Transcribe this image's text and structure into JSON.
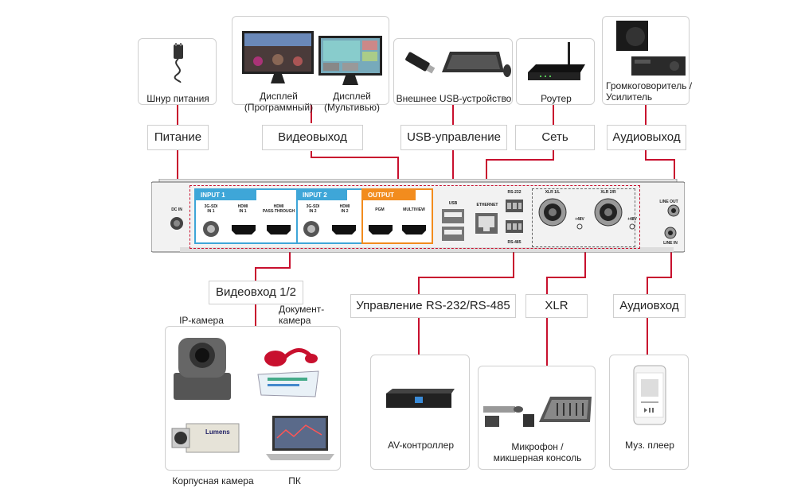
{
  "top": {
    "power_label": "Шнур питания",
    "display_program_label": "Дисплей\n(Программный)",
    "display_multiview_label": "Дисплей\n(Мультивью)",
    "usb_device_label": "Внешнее USB-устройство",
    "router_label": "Роутер",
    "speaker_label": "Громкоговоритель /\nУсилитель"
  },
  "tags": {
    "power": "Питание",
    "video_out": "Видеовыход",
    "usb": "USB-управление",
    "network": "Сеть",
    "audio_out": "Аудиовыход",
    "video_in": "Видеовход 1/2",
    "rs": "Управление RS-232/RS-485",
    "xlr": "XLR",
    "audio_in": "Аудиовход"
  },
  "device": {
    "dc_in": "DC IN",
    "input1": "INPUT 1",
    "input2": "INPUT 2",
    "output": "OUTPUT",
    "sdi1": "3G-SDI\nIN 1",
    "hdmi1": "HDMI\nIN 1",
    "passthrough": "HDMI\nPASS-THROUGH",
    "sdi2": "3G-SDI\nIN 2",
    "hdmi2": "HDMI\nIN 2",
    "pgm": "PGM",
    "multiview": "MULTIVIEW",
    "usb": "USB",
    "ethernet": "ETHERNET",
    "rs232": "RS-232",
    "rs485": "RS-485",
    "xlr1": "XLR 1/L",
    "xlr2": "XLR 2/R",
    "phantom1": "+48V",
    "phantom2": "+48V",
    "line_out": "LINE OUT",
    "line_in": "LINE IN"
  },
  "bottom": {
    "ip_camera": "IP-камера",
    "doc_camera": "Документ-\nкамера",
    "box_camera": "Корпусная камера",
    "pc": "ПК",
    "av_controller": "AV-контроллер",
    "mic_mixer": "Микрофон /\nмикшерная консоль",
    "music_player": "Муз. плеер",
    "camera_brand": "Lumens"
  }
}
